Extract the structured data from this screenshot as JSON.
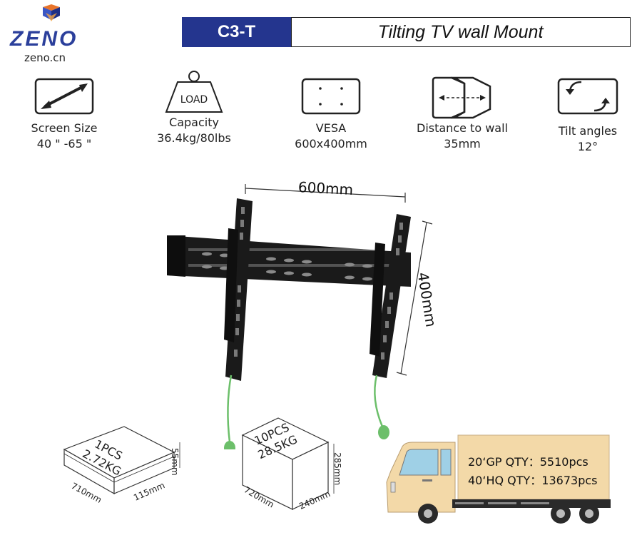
{
  "brand": {
    "name": "ZENO",
    "site": "zeno.cn"
  },
  "header": {
    "model": "C3-T",
    "title": "Tilting TV wall Mount"
  },
  "specs": [
    {
      "icon": "screen-size-icon",
      "label": "Screen Size",
      "value": "40 \" -65 \""
    },
    {
      "icon": "load-weight-icon",
      "icon_text": "LOAD",
      "label": "Capacity",
      "value": "36.4kg/80lbs"
    },
    {
      "icon": "vesa-icon",
      "label": "VESA",
      "value": "600x400mm"
    },
    {
      "icon": "distance-icon",
      "label": "Distance to wall",
      "value": "35mm"
    },
    {
      "icon": "tilt-icon",
      "label": "Tilt angles",
      "value": "12°"
    }
  ],
  "product": {
    "width_label": "600mm",
    "height_label": "400mm"
  },
  "packages": {
    "single": {
      "qty": "1PCS",
      "weight": "2.72KG",
      "length": "710mm",
      "width": "115mm",
      "height": "55mm"
    },
    "carton": {
      "qty": "10PCS",
      "weight": "28.5KG",
      "length": "720mm",
      "width": "240mm",
      "height": "285mm"
    }
  },
  "shipping": {
    "gp20": "20‘GP QTY：5510pcs",
    "hq40": "40‘HQ QTY：13673pcs"
  },
  "colors": {
    "brand_blue": "#24358e",
    "bracket": "#1a1a1a",
    "strap": "#6cbf6a",
    "truck_body": "#f3d9a8"
  }
}
